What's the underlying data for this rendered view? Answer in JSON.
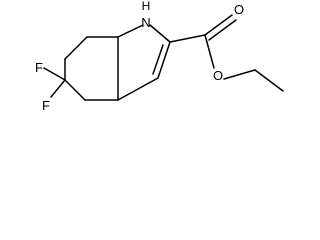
{
  "molecule": {
    "atoms": {
      "nh_nitrogen": "N",
      "nh_hydrogen": "H",
      "fluorine_upper": "F",
      "fluorine_lower": "F",
      "ester_oxygen": "O",
      "carbonyl_oxygen": "O"
    }
  }
}
